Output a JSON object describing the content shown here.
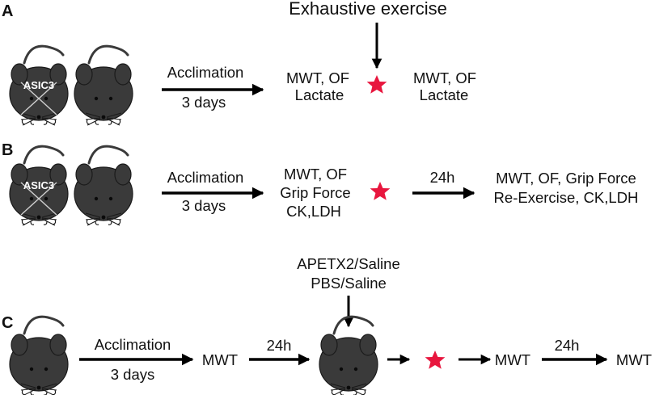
{
  "colors": {
    "star": "#e8163e",
    "mouse": "#3a3a3a",
    "arrow": "#000000"
  },
  "panel_a": {
    "label": "A",
    "top_label": "Exhaustive exercise",
    "mouse_knockout_label": "ASIC3",
    "acclimation": "Acclimation",
    "duration": "3 days",
    "pre_line1": "MWT, OF",
    "pre_line2": "Lactate",
    "post_line1": "MWT, OF",
    "post_line2": "Lactate"
  },
  "panel_b": {
    "label": "B",
    "mouse_knockout_label": "ASIC3",
    "acclimation": "Acclimation",
    "duration": "3 days",
    "pre_line1": "MWT, OF",
    "pre_line2": "Grip Force",
    "pre_line3": "CK,LDH",
    "interval": "24h",
    "post_line1": "MWT, OF, Grip Force",
    "post_line2": "Re-Exercise, CK,LDH"
  },
  "panel_c": {
    "label": "C",
    "treatment_line1": "APETX2/Saline",
    "treatment_line2": "PBS/Saline",
    "acclimation": "Acclimation",
    "duration": "3 days",
    "measure1": "MWT",
    "interval1": "24h",
    "measure2": "MWT",
    "interval2": "24h",
    "measure3": "MWT"
  }
}
